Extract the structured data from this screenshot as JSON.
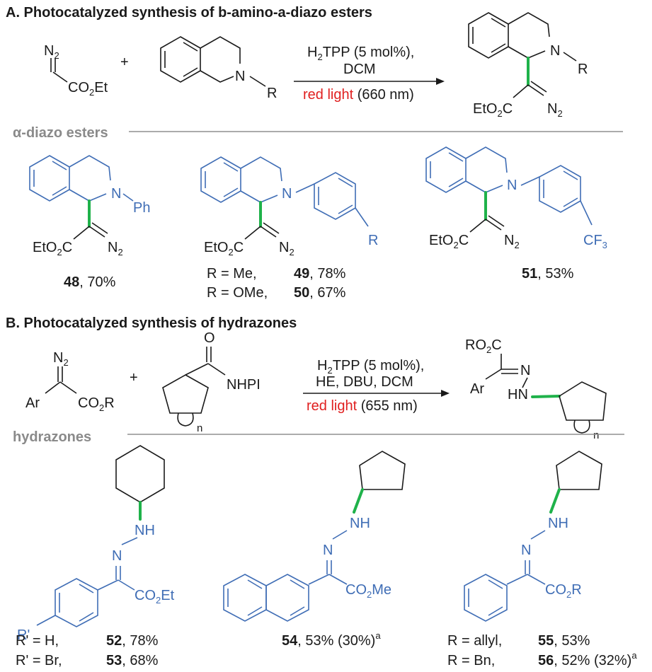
{
  "sectionA": {
    "title": "A. Photocatalyzed synthesis of b-amino-a-diazo esters",
    "reagent1": {
      "n2": "N",
      "n2sub": "2",
      "ester": "CO",
      "estersub": "2",
      "esterend": "Et"
    },
    "plus": "+",
    "amine": {
      "n": "N",
      "r": "R"
    },
    "conditions": {
      "line1_a": "H",
      "line1_sub": "2",
      "line1_b": "TPP (5 mol%),",
      "line2": "DCM",
      "light": "red light",
      "wavelength": " (660 nm)"
    },
    "product": {
      "n": "N",
      "r": "R",
      "ester_a": "EtO",
      "ester_sub": "2",
      "ester_b": "C",
      "n2": "N",
      "n2sub": "2"
    },
    "category": "α-diazo esters",
    "compounds": [
      {
        "n": "N",
        "sub": "Ph",
        "ester_a": "EtO",
        "ester_sub": "2",
        "ester_b": "C",
        "n2": "N",
        "n2sub": "2",
        "label_id": "48",
        "label_yield": ", 70%"
      },
      {
        "n": "N",
        "sub": "R",
        "ester_a": "EtO",
        "ester_sub": "2",
        "ester_b": "C",
        "n2": "N",
        "n2sub": "2",
        "rows": [
          {
            "r": "R = Me,",
            "id": "49",
            "yield": ", 78%"
          },
          {
            "r": "R = OMe,",
            "id": "50",
            "yield": ", 67%"
          }
        ]
      },
      {
        "n": "N",
        "sub_a": "CF",
        "sub_sub": "3",
        "ester_a": "EtO",
        "ester_sub": "2",
        "ester_b": "C",
        "n2": "N",
        "n2sub": "2",
        "label_id": "51",
        "label_yield": ", 53%"
      }
    ]
  },
  "sectionB": {
    "title": "B. Photocatalyzed synthesis of hydrazones",
    "reagent1": {
      "n2": "N",
      "n2sub": "2",
      "ar": "Ar",
      "ester_a": "CO",
      "ester_sub": "2",
      "ester_b": "R"
    },
    "plus": "+",
    "acid": {
      "o": "O",
      "nhpi": "NHPI",
      "n": "n"
    },
    "conditions": {
      "line1_a": "H",
      "line1_sub": "2",
      "line1_b": "TPP (5 mol%),",
      "line2": "HE, DBU, DCM",
      "light": "red light",
      "wavelength": " (655 nm)"
    },
    "product": {
      "ro2c_a": "RO",
      "ro2c_sub": "2",
      "ro2c_b": "C",
      "n": "N",
      "ar": "Ar",
      "hn": "HN",
      "n_sub": "n"
    },
    "category": "hydrazones",
    "compounds": [
      {
        "nh": "NH",
        "n": "N",
        "ester_a": "CO",
        "ester_sub": "2",
        "ester_b": "Et",
        "rprime": "R'",
        "rows": [
          {
            "r": "R' = H,",
            "id": "52",
            "yield": ", 78%"
          },
          {
            "r": "R' = Br,",
            "id": "53",
            "yield": ", 68%"
          }
        ]
      },
      {
        "nh": "NH",
        "n": "N",
        "ester_a": "CO",
        "ester_sub": "2",
        "ester_b": "Me",
        "label_id": "54",
        "label_yield": ", 53% (30%)",
        "label_sup": "a"
      },
      {
        "nh": "NH",
        "n": "N",
        "ester_a": "CO",
        "ester_sub": "2",
        "ester_b": "R",
        "rows": [
          {
            "r": "R = allyl,",
            "id": "55",
            "yield": ", 53%",
            "sup": ""
          },
          {
            "r": "R = Bn,",
            "id": "56",
            "yield": ", 52% (32%)",
            "sup": "a"
          }
        ]
      }
    ]
  },
  "colors": {
    "ink": "#1a1a1a",
    "substituent": "#3f6db5",
    "new_bond": "#1fb24a",
    "light": "#e02020",
    "rule": "#8f8f8f"
  }
}
